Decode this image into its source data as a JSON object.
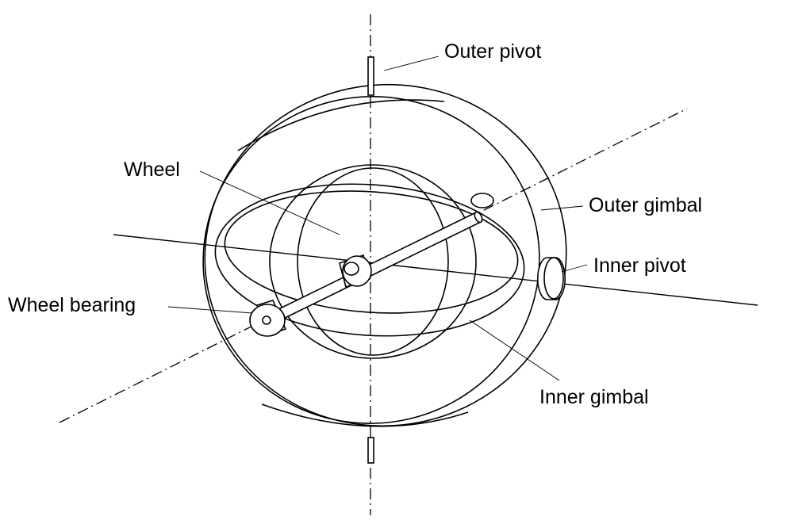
{
  "labels": {
    "outer_pivot": "Outer pivot",
    "wheel": "Wheel",
    "outer_gimbal": "Outer gimbal",
    "inner_pivot": "Inner pivot",
    "wheel_bearing": "Wheel bearing",
    "inner_gimbal": "Inner gimbal"
  },
  "colors": {
    "line": "#000000",
    "background": "#ffffff"
  }
}
